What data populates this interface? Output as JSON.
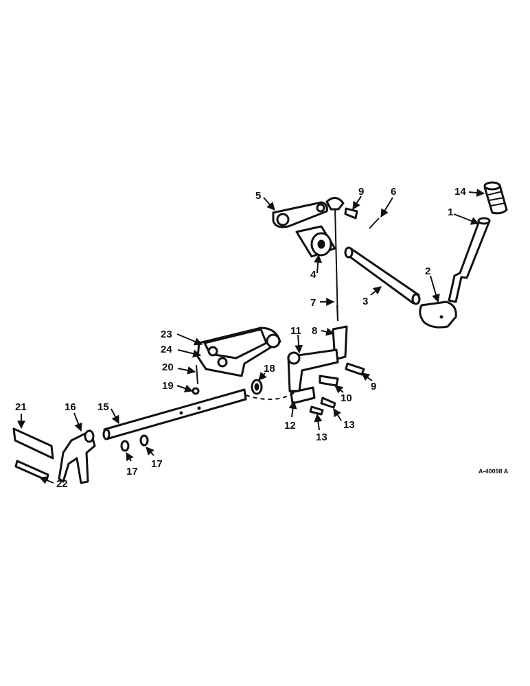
{
  "drawing_code": "A-40098 A",
  "callouts": [
    "1",
    "2",
    "3",
    "4",
    "5",
    "6",
    "7",
    "8",
    "9",
    "9",
    "10",
    "11",
    "12",
    "13",
    "13",
    "14",
    "15",
    "16",
    "17",
    "17",
    "18",
    "19",
    "20",
    "21",
    "22",
    "23",
    "24"
  ]
}
